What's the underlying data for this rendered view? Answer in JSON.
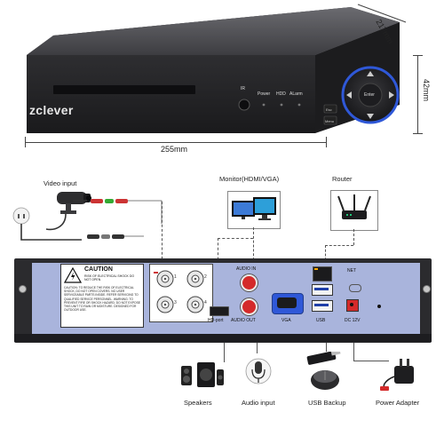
{
  "dvr": {
    "brand": "zclever",
    "ir_label": "IR",
    "led_labels": [
      "Power",
      "HDD",
      "ALarm"
    ],
    "enter_label": "Enter",
    "esc_label": "Esc",
    "menu_label": "Menu"
  },
  "dimensions": {
    "width": "255mm",
    "depth": "217mm",
    "height": "42mm"
  },
  "connections": {
    "video_input": "Video input",
    "monitor": "Monitor(HDMI/VGA)",
    "router": "Router",
    "speakers": "Speakers",
    "audio_input": "Audio input",
    "usb_backup": "USB Backup",
    "power_adapter": "Power Adapter"
  },
  "rear_panel": {
    "caution_title": "CAUTION",
    "caution_sub": "RISK OF ELECTRICAL SHOCK DO NOT OPEN",
    "caution_text": "CAUTION: TO REDUCE THE RISK OF ELECTRICAL SHOCK, DO NOT OPEN COVERS. NO USER SERVICEABLE PARTS INSIDE. REFER SERVICING TO QUALIFIED SERVICE PERSONNEL. WARNING: TO PREVENT FIRE OR SHOCK HAZARD, DO NOT EXPOSE THIS UNIT TO RAIN OR MOISTURE. DESIGNED FOR OUTDOOR USE.",
    "hdport_label": "HD-port",
    "audio_in_label": "AUDIO IN",
    "audio_out_label": "AUDIO OUT",
    "vga_label": "VGA",
    "usb_label": "USB",
    "net_label": "NET",
    "dc_label": "DC 12V",
    "bnc_numbers": [
      "1",
      "2",
      "3",
      "4"
    ]
  },
  "colors": {
    "panel_blue": "#a9b4dc",
    "chassis_dark": "#2b2b2e",
    "accent_blue": "#2f58d8"
  }
}
